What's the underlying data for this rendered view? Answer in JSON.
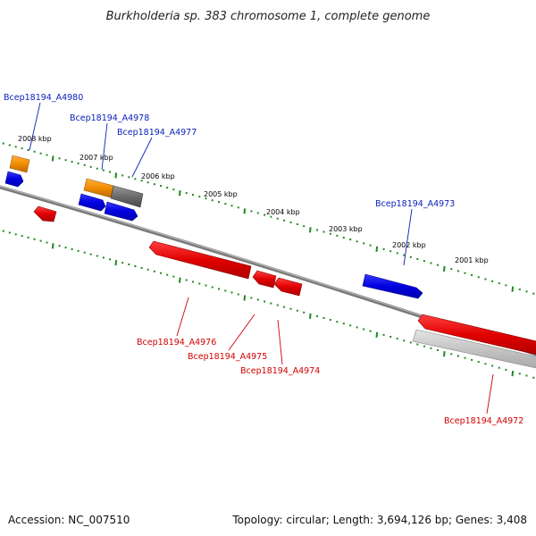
{
  "title": "Burkholderia sp. 383 chromosome 1, complete genome",
  "footer": {
    "accession": "Accession: NC_007510",
    "summary": "Topology: circular; Length: 3,694,126 bp; Genes: 3,408"
  },
  "ruler_ticks": [
    "2008 kbp",
    "2007 kbp",
    "2006 kbp",
    "2005 kbp",
    "2004 kbp",
    "2003 kbp",
    "2002 kbp",
    "2001 kbp"
  ],
  "gene_labels": {
    "a4980": "Bcep18194_A4980",
    "a4978": "Bcep18194_A4978",
    "a4977": "Bcep18194_A4977",
    "a4973": "Bcep18194_A4973",
    "a4976": "Bcep18194_A4976",
    "a4975": "Bcep18194_A4975",
    "a4974": "Bcep18194_A4974",
    "a4972": "Bcep18194_A4972"
  },
  "colors": {
    "forward_cds": "#0000e0",
    "reverse_cds": "#e00000",
    "orange_feature": "#f08c00",
    "grey_feature": "#777777",
    "tick": "#1d8a1d",
    "backbone": "#7a7a7a"
  }
}
